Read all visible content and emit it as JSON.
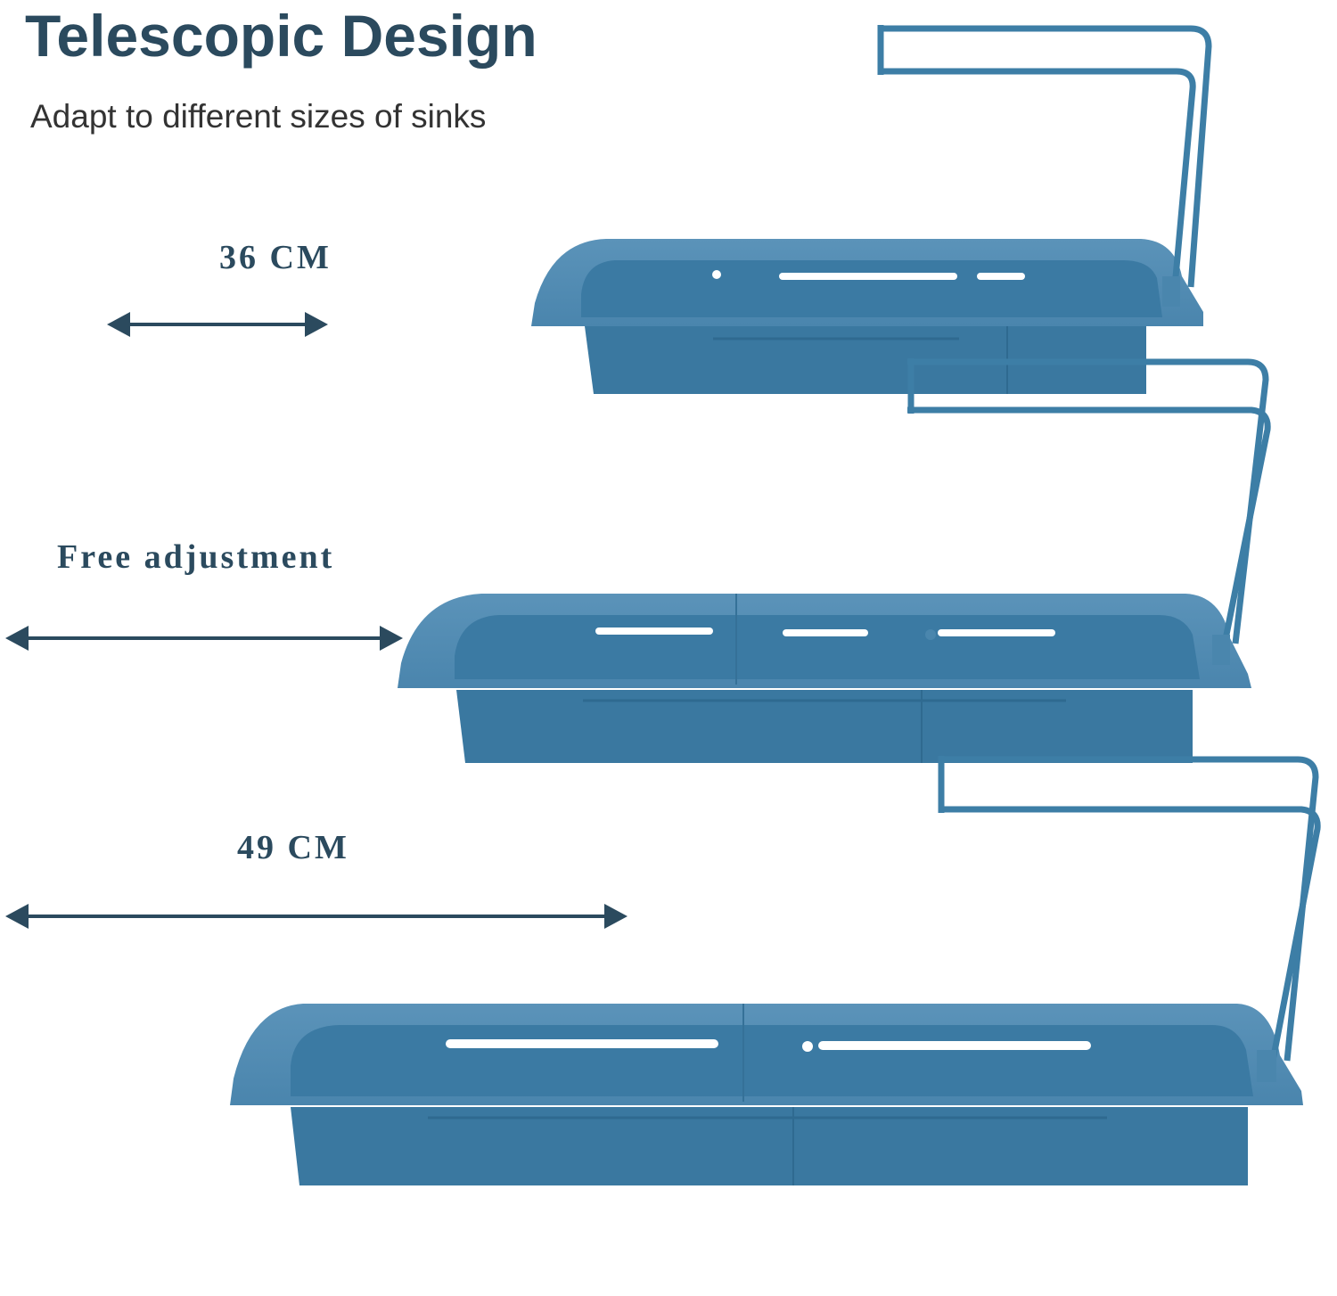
{
  "header": {
    "title": "Telescopic Design",
    "subtitle": "Adapt to different sizes of sinks"
  },
  "labels": {
    "size_small": "36 CM",
    "free_adjustment": "Free adjustment",
    "size_large": "49 CM"
  },
  "colors": {
    "text_dark": "#2b4a5e",
    "rack_blue": "#3d7ea6",
    "rack_dark": "#356f94",
    "rack_light": "#5590b8"
  },
  "icons": [
    "double-arrow-icon",
    "sink-rack-illustration"
  ]
}
